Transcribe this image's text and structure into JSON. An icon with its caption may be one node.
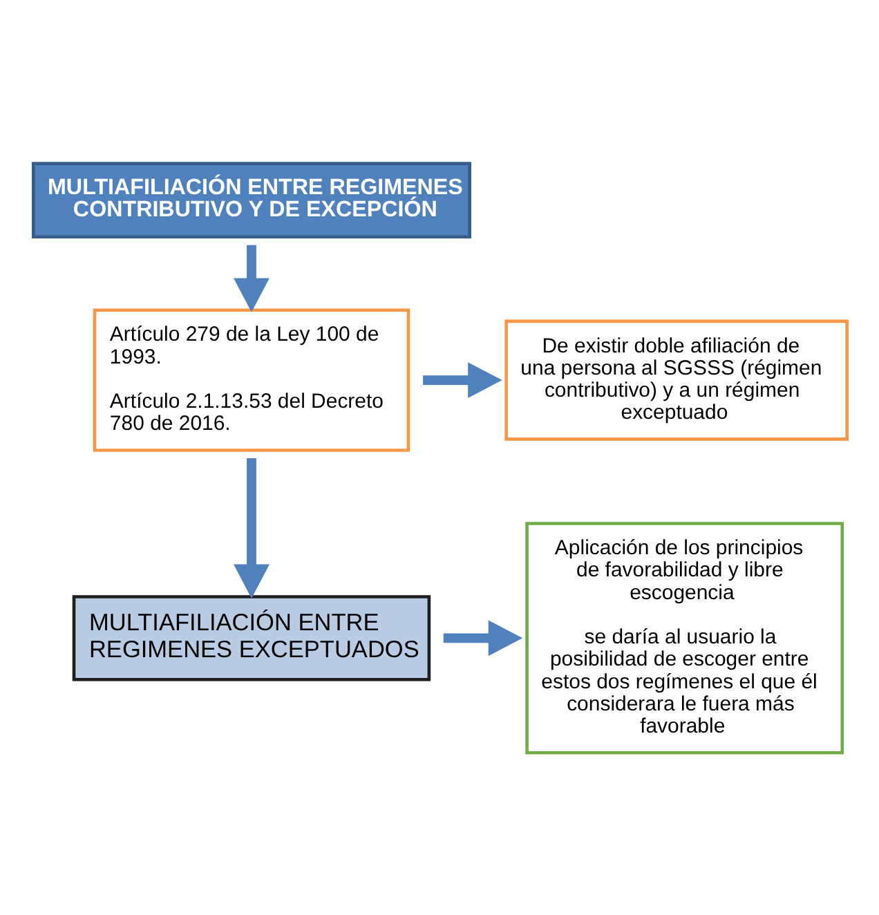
{
  "diagram": {
    "nodes": [
      {
        "text": [
          "MULTIAFILIACIÓN ENTRE REGIMENES CONTRIBUTIVO Y DE EXCEPCIÓN"
        ]
      },
      {
        "text": [
          "Artículo 279 de la Ley 100 de 1993.",
          "Artículo 2.1.13.53 del Decreto 780 de 2016."
        ]
      },
      {
        "text": [
          "De existir doble afiliación de una persona al SGSSS (régimen contributivo) y a un régimen exceptuado"
        ]
      },
      {
        "text": [
          "MULTIAFILIACIÓN ENTRE REGIMENES EXCEPTUADOS"
        ]
      },
      {
        "text": [
          "Aplicación de los principios de favorabilidad y libre escogencia",
          "se daría al usuario la posibilidad de escoger entre estos dos regímenes el que él considerara le fuera más favorable"
        ]
      }
    ],
    "edges": [
      {
        "from": 0,
        "to": 1,
        "arrow": "to"
      },
      {
        "from": 1,
        "to": 2,
        "arrow": "to"
      },
      {
        "from": 1,
        "to": 3,
        "arrow": "to"
      },
      {
        "from": 3,
        "to": 4,
        "arrow": "to"
      }
    ]
  }
}
